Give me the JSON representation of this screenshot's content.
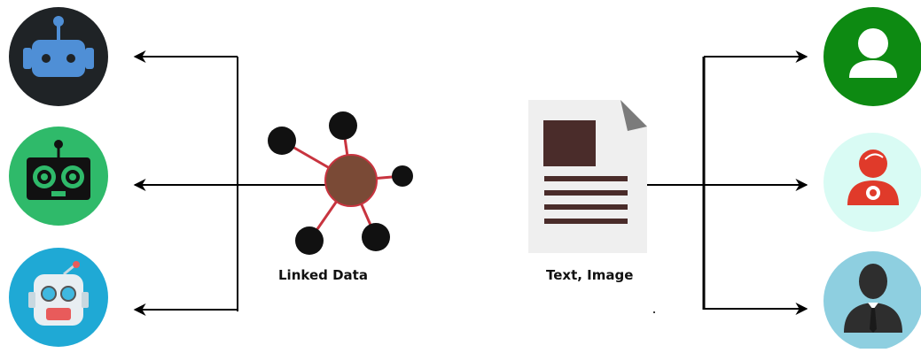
{
  "labels": {
    "linked_data": "Linked Data",
    "text_image": "Text, Image"
  },
  "machines": [
    {
      "name": "blue-robot",
      "bg": "#1f2326",
      "accent": "#4f8fd6"
    },
    {
      "name": "green-robot",
      "bg": "#2fba6a",
      "accent": "#111111"
    },
    {
      "name": "cyan-robot",
      "bg": "#1fa9d5",
      "accent": "#e85b5b"
    }
  ],
  "humans": [
    {
      "name": "green-user",
      "bg": "#0d8a12",
      "accent": "#ffffff"
    },
    {
      "name": "mint-user",
      "bg": "#d9fbf4",
      "accent": "#e03a2a"
    },
    {
      "name": "blue-businessman",
      "bg": "#8ecfe0",
      "accent": "#2e2e2e"
    }
  ],
  "colors": {
    "graph_node": "#111111",
    "graph_center": "#7a4a36",
    "graph_edge": "#c8343f",
    "document_bg": "#efefef",
    "document_ink": "#4a2c2a",
    "arrow": "#000000"
  }
}
